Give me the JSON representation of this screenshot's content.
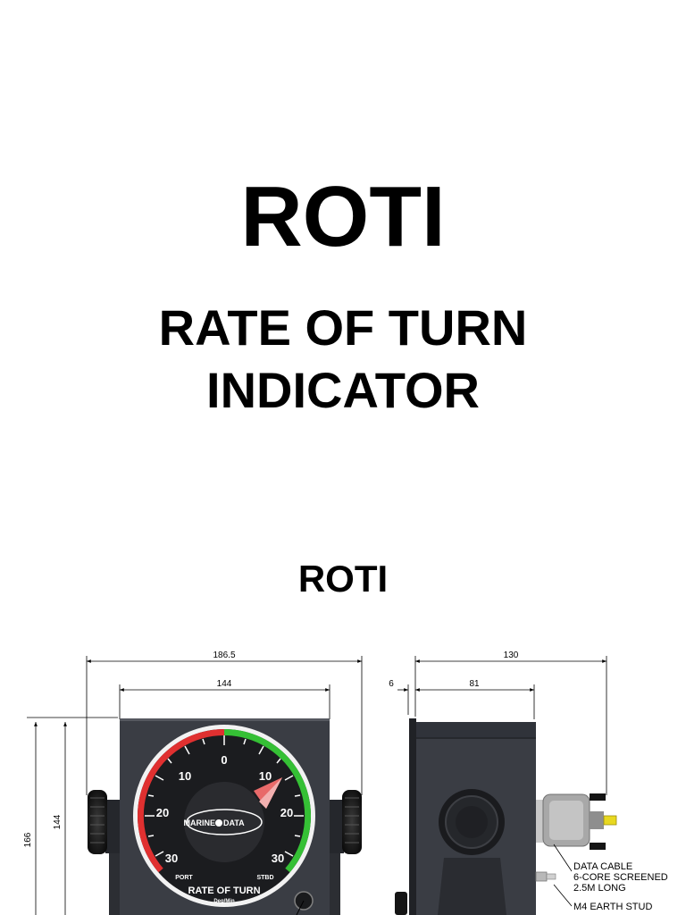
{
  "title": "ROTI",
  "subtitle_line1": "RATE OF TURN",
  "subtitle_line2": "INDICATOR",
  "section_title": "ROTI",
  "front_view": {
    "dim_width_overall": "186.5",
    "dim_width_body": "144",
    "dim_height_overall": "166",
    "dim_height_body": "144",
    "scale_top": "0",
    "scale_left_10": "10",
    "scale_left_20": "20",
    "scale_left_30": "30",
    "scale_right_10": "10",
    "scale_right_20": "20",
    "scale_right_30": "30",
    "logo_left": "MARINE",
    "logo_right": "DATA",
    "port_label": "PORT",
    "stbd_label": "STBD",
    "dial_name": "RATE OF TURN",
    "dial_units": "Deg/Min"
  },
  "side_view": {
    "dim_depth_overall": "130",
    "dim_depth_body": "81",
    "dim_flange": "6",
    "note_cable_1": "DATA CABLE",
    "note_cable_2": "6-CORE SCREENED",
    "note_cable_3": "2.5M LONG",
    "note_earth": "M4 EARTH STUD"
  },
  "colors": {
    "housing": "#3a3d44",
    "port_scale": "#e03030",
    "stbd_scale": "#35c035",
    "connector": "#a8a8a8",
    "fuse_yellow": "#e8d820"
  }
}
